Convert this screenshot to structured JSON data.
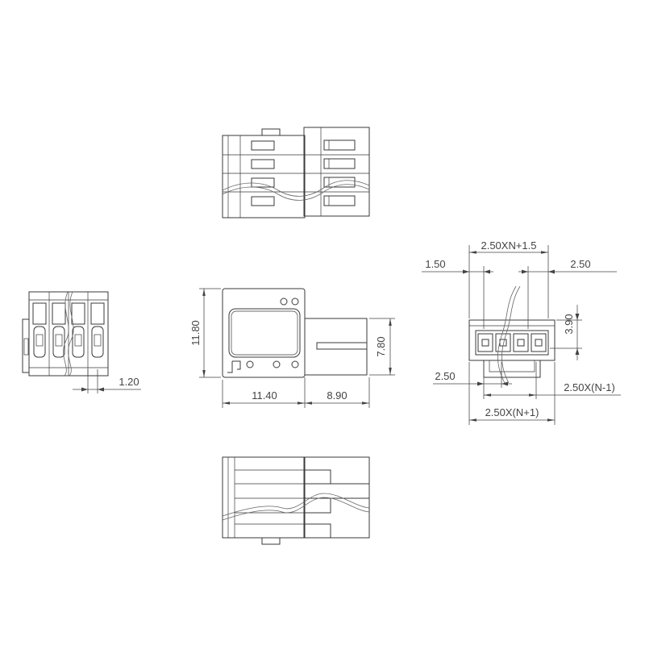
{
  "dimensions": {
    "overall_top": "2.50XN+1.5",
    "left_offset": "1.50",
    "right_offset": "2.50",
    "pin_height": "3.90",
    "body_height": "11.80",
    "plug_height": "7.80",
    "body_length": "11.40",
    "plug_length": "8.90",
    "latch_width": "1.20",
    "pin_pitch": "2.50",
    "pin_span": "2.50X(N-1)",
    "overall_width": "2.50X(N+1)"
  },
  "colors": {
    "line": "#3a3a3a",
    "dimension": "#444444",
    "background": "#ffffff"
  }
}
